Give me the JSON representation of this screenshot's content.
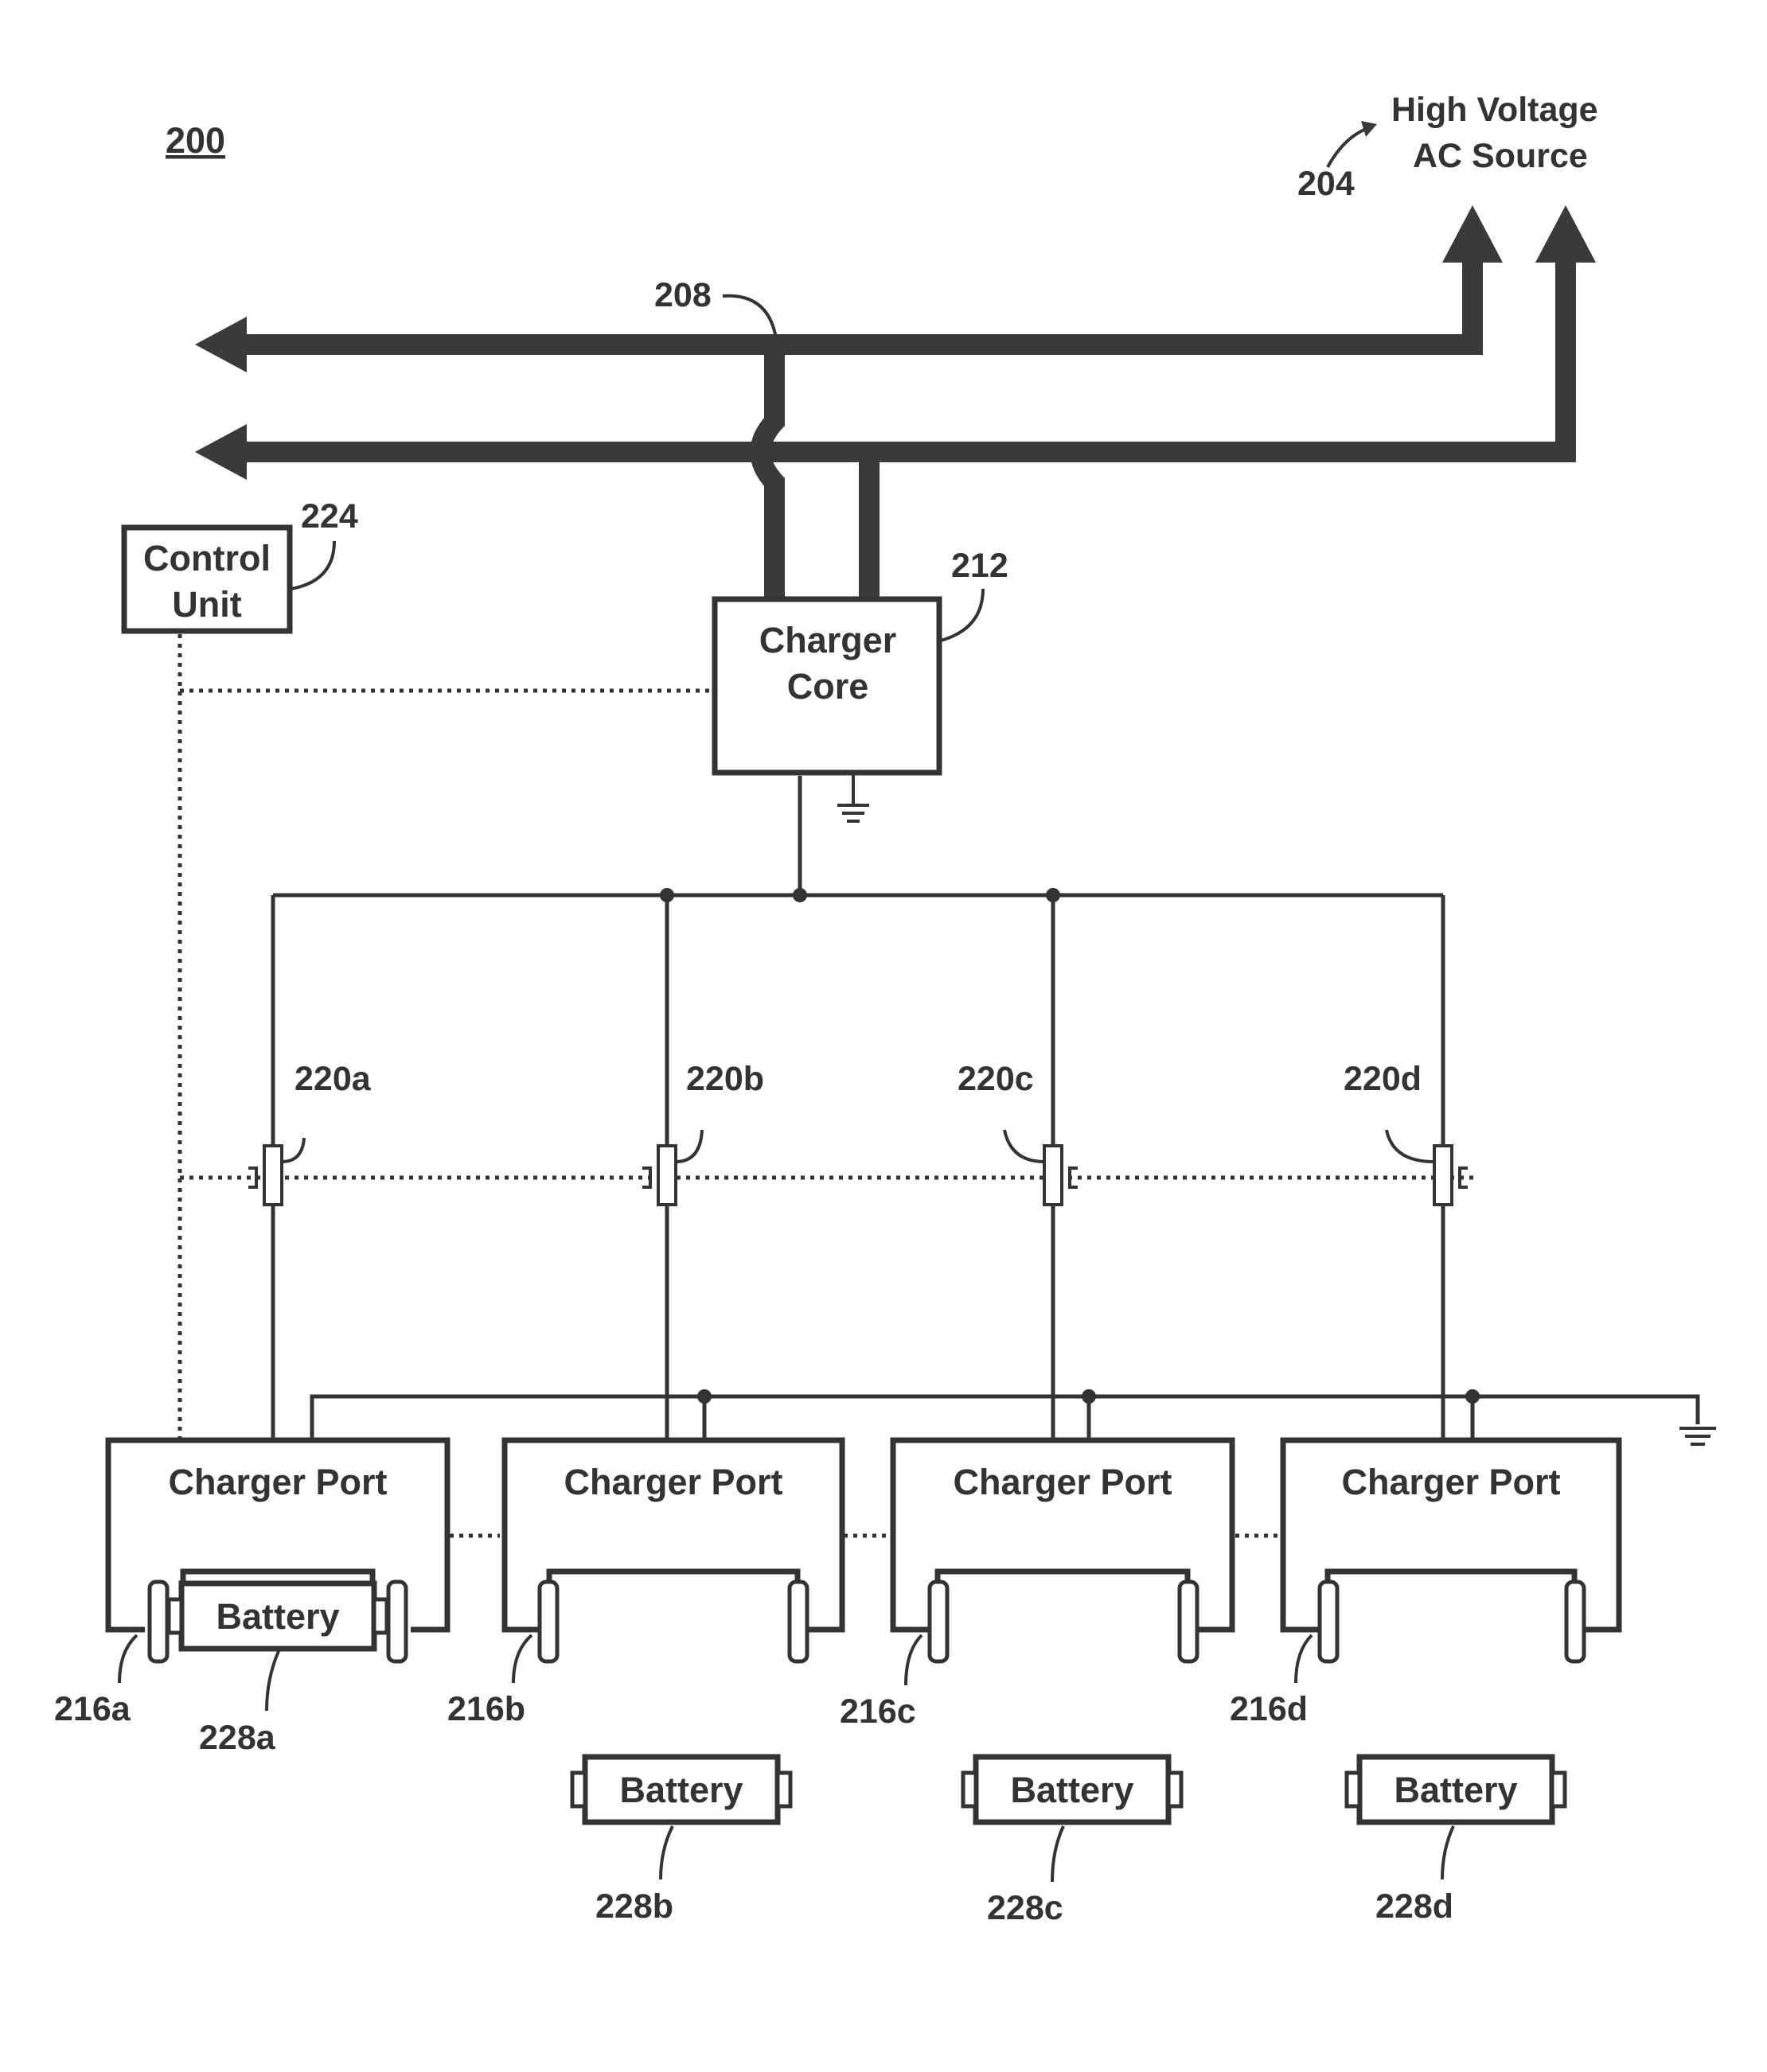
{
  "figure": {
    "number": "200"
  },
  "labels": {
    "source_ref": "204",
    "source_name_line1": "High Voltage",
    "source_name_line2": "AC Source",
    "bus_ref": "208",
    "control_unit_ref": "224",
    "charger_core_ref": "212"
  },
  "control_unit": {
    "line1": "Control",
    "line2": "Unit"
  },
  "charger_core": {
    "line1": "Charger",
    "line2": "Core"
  },
  "switches": [
    {
      "ref": "220a"
    },
    {
      "ref": "220b"
    },
    {
      "ref": "220c"
    },
    {
      "ref": "220d"
    }
  ],
  "ports": [
    {
      "title": "Charger Port",
      "ref": "216a"
    },
    {
      "title": "Charger Port",
      "ref": "216b"
    },
    {
      "title": "Charger Port",
      "ref": "216c"
    },
    {
      "title": "Charger Port",
      "ref": "216d"
    }
  ],
  "batteries": [
    {
      "label": "Battery",
      "ref": "228a"
    },
    {
      "label": "Battery",
      "ref": "228b"
    },
    {
      "label": "Battery",
      "ref": "228c"
    },
    {
      "label": "Battery",
      "ref": "228d"
    }
  ]
}
